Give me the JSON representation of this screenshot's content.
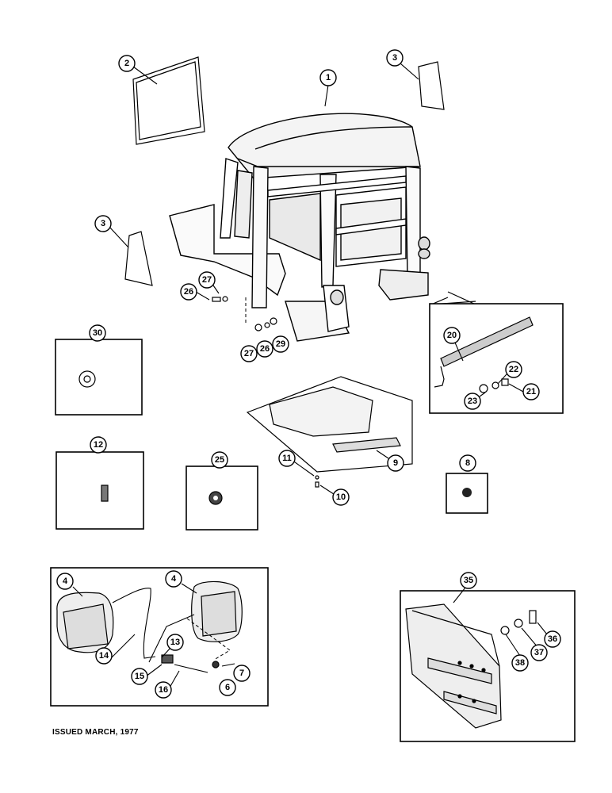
{
  "issued_text": "ISSUED MARCH, 1977",
  "callouts": {
    "c1": "1",
    "c2": "2",
    "c3a": "3",
    "c3b": "3",
    "c26a": "26",
    "c27a": "27",
    "c27b": "27",
    "c26b": "26",
    "c29": "29",
    "c30": "30",
    "c20": "20",
    "c22": "22",
    "c23": "23",
    "c21": "21",
    "c12": "12",
    "c25": "25",
    "c11": "11",
    "c10": "10",
    "c9": "9",
    "c8": "8",
    "c4a": "4",
    "c4b": "4",
    "c13": "13",
    "c14": "14",
    "c15": "15",
    "c16": "16",
    "c6": "6",
    "c7": "7",
    "c35": "35",
    "c36": "36",
    "c37": "37",
    "c38": "38"
  }
}
